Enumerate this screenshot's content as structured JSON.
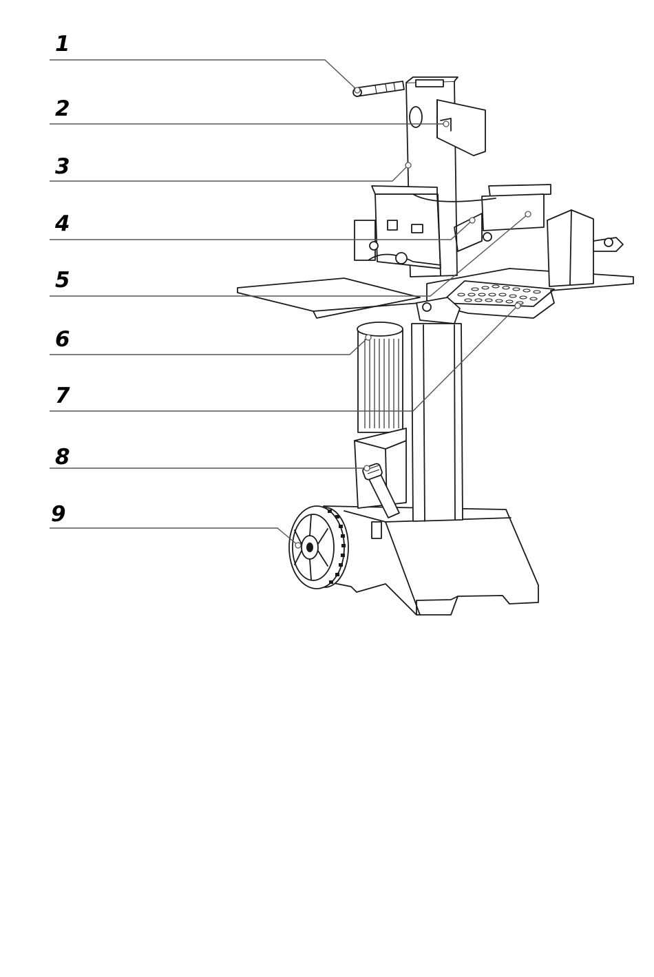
{
  "callouts": [
    {
      "number": "1"
    },
    {
      "number": "2"
    },
    {
      "number": "3"
    },
    {
      "number": "4"
    },
    {
      "number": "5"
    },
    {
      "number": "6"
    },
    {
      "number": "7"
    },
    {
      "number": "8"
    },
    {
      "number": "9"
    }
  ],
  "colors": {
    "line": "#1a1a1a",
    "leader": "#555555",
    "background": "#ffffff"
  }
}
